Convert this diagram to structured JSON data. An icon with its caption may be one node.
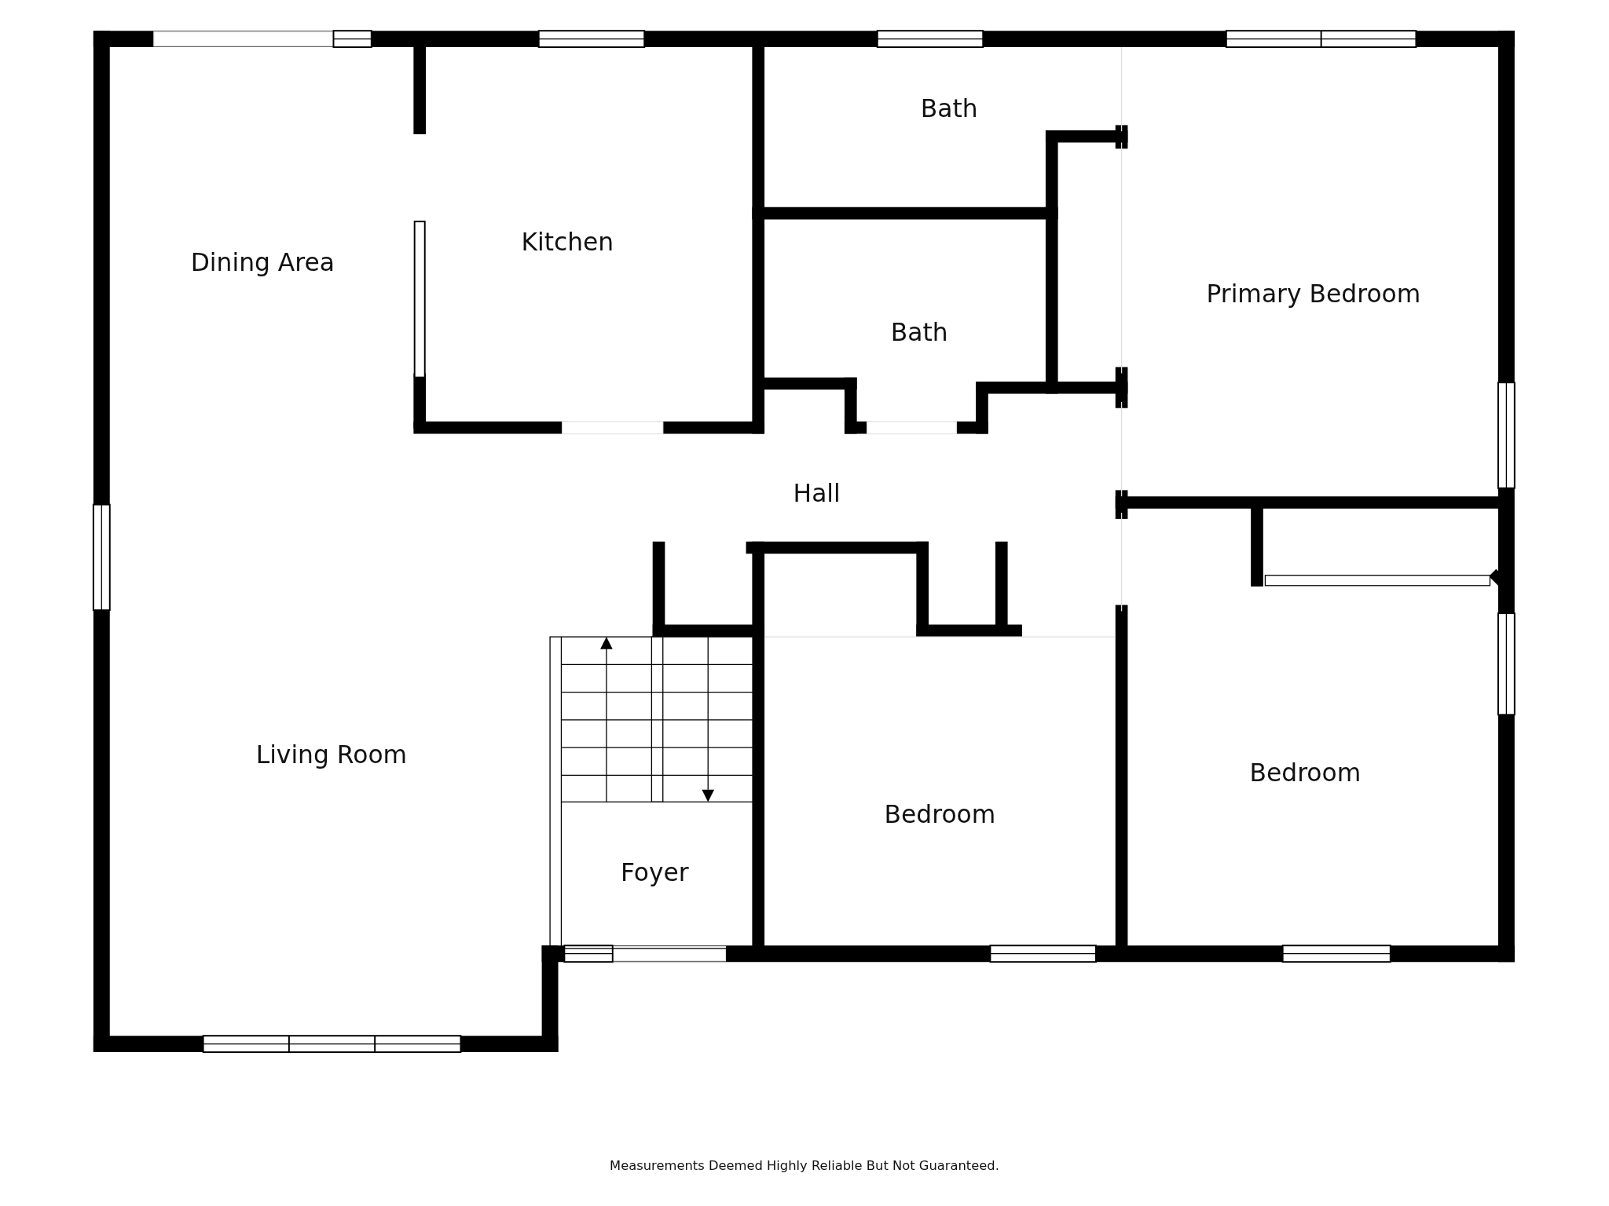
{
  "diagram": {
    "caption": "Measurements Deemed Highly Reliable But Not Guaranteed.",
    "labels": [
      "Bath",
      "Kitchen",
      "Dining Area",
      "Primary Bedroom",
      "Bath",
      "Hall",
      "Living Room",
      "Bedroom",
      "Bedroom",
      "Foyer"
    ]
  }
}
